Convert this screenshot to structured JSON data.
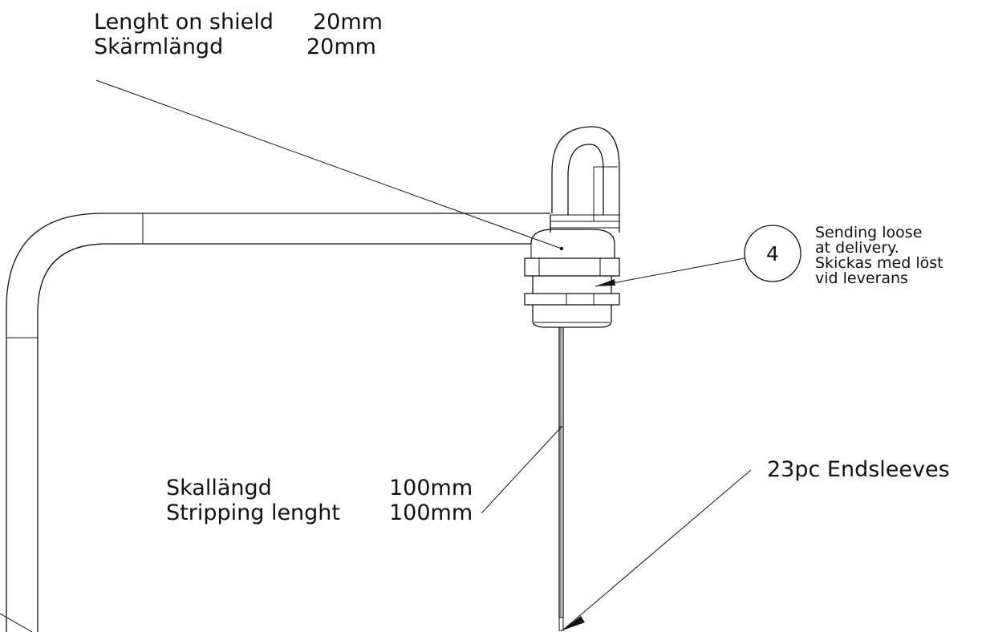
{
  "notes": {
    "shield_length_en": "Lenght on shield",
    "shield_length_en_value": "20mm",
    "shield_length_sv": "Skärmlängd",
    "shield_length_sv_value": "20mm",
    "strip_length_sv": "Skallängd",
    "strip_length_sv_value": "100mm",
    "strip_length_en": "Stripping lenght",
    "strip_length_en_value": "100mm",
    "endsleeves": "23pc Endsleeves",
    "loose_line1": "Sending loose",
    "loose_line2": "at delivery.",
    "loose_line3": "Skickas med löst",
    "loose_line4": "vid leverans"
  },
  "balloon": {
    "number": "4"
  }
}
